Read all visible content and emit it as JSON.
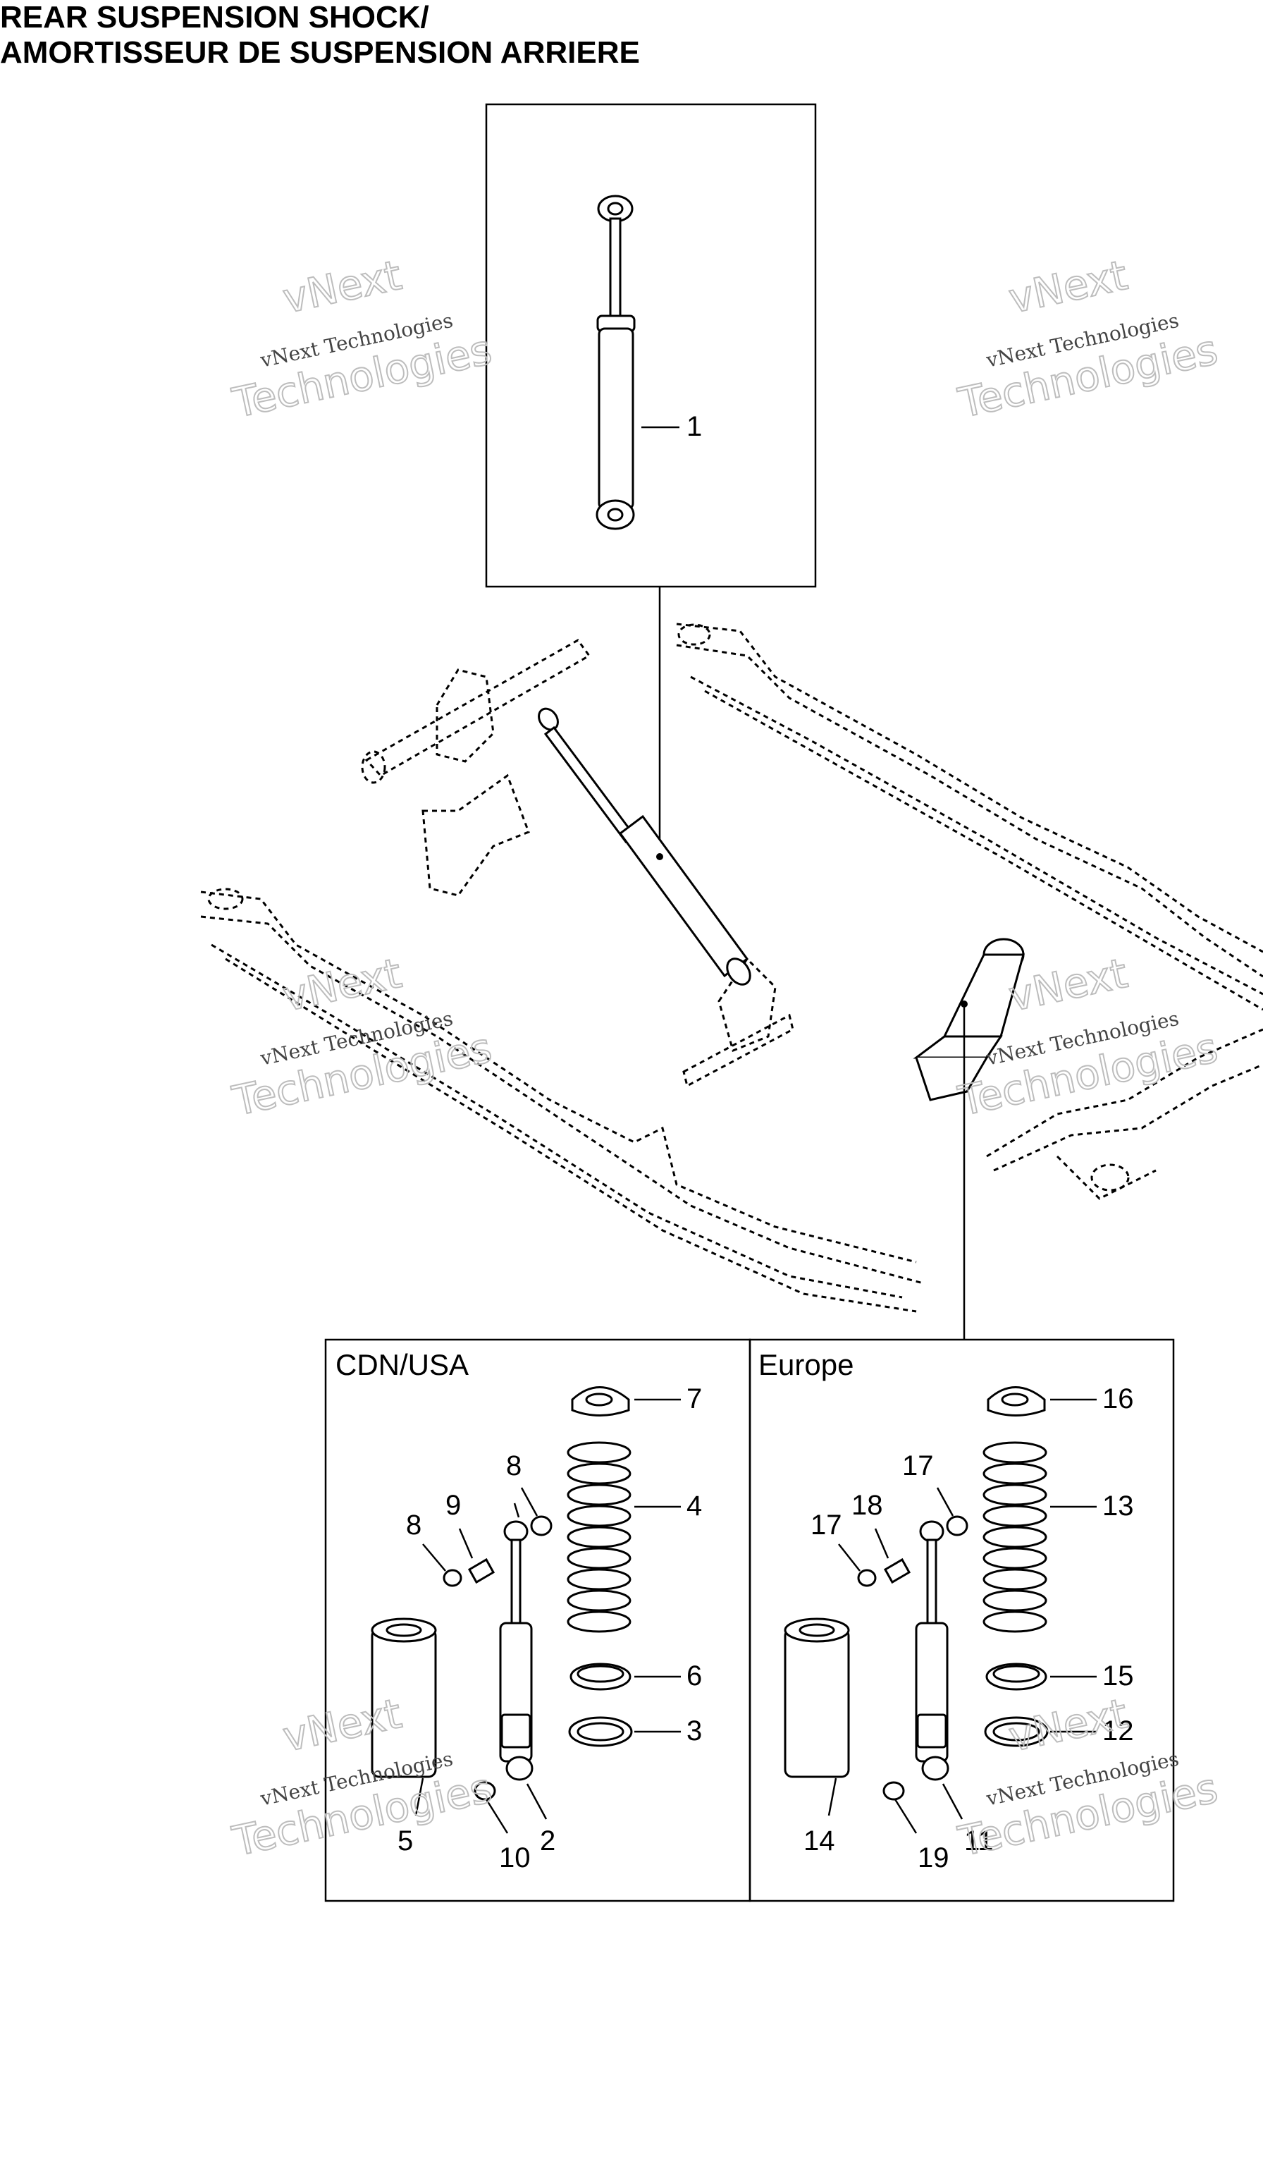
{
  "title": {
    "line1": "REAR SUSPENSION SHOCK/",
    "line2": "AMORTISSEUR DE SUSPENSION ARRIERE"
  },
  "regions": {
    "left": "CDN/USA",
    "right": "Europe"
  },
  "callouts": {
    "c1": "1",
    "c2": "2",
    "c3": "3",
    "c4": "4",
    "c5": "5",
    "c6": "6",
    "c7": "7",
    "c8a": "8",
    "c8b": "8",
    "c9": "9",
    "c10": "10",
    "c11": "11",
    "c12": "12",
    "c13": "13",
    "c14": "14",
    "c15": "15",
    "c16": "16",
    "c17a": "17",
    "c17b": "17",
    "c18": "18",
    "c19": "19"
  },
  "watermark": {
    "brand": "vNext",
    "small": "vNext Technologies",
    "big": "Technologies"
  }
}
